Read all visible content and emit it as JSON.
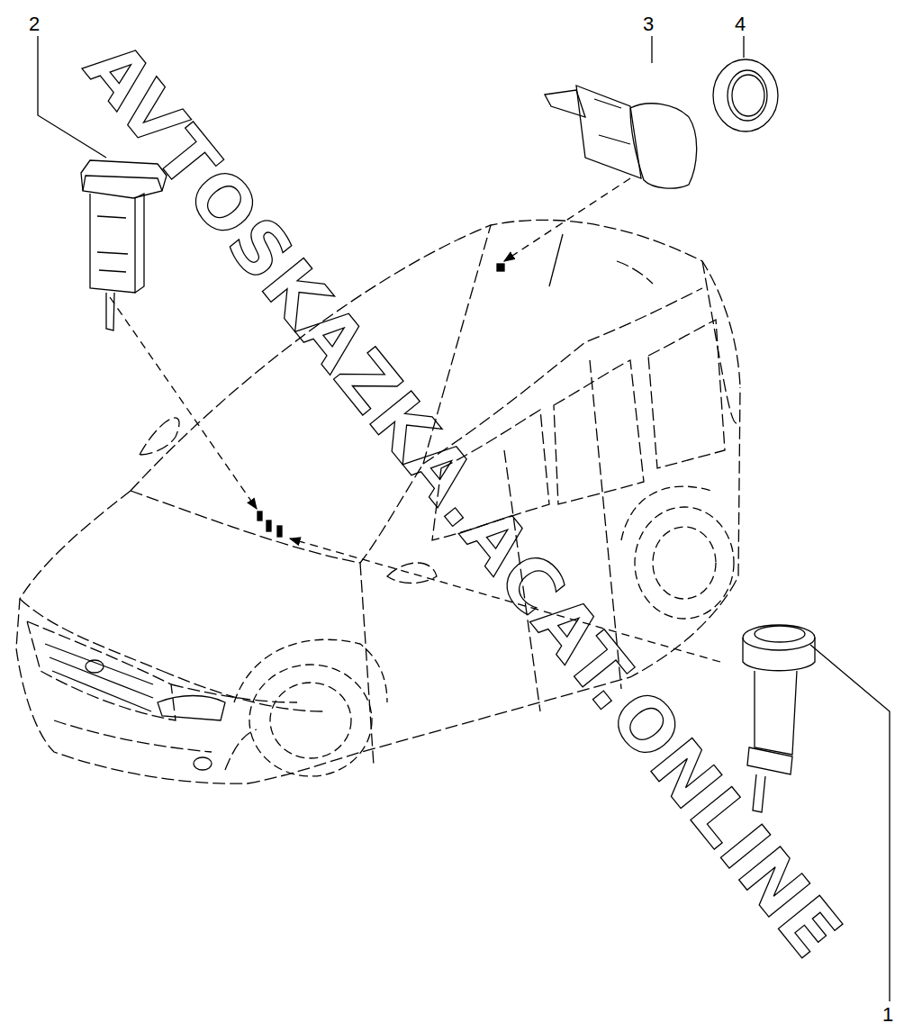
{
  "diagram": {
    "labels": [
      "2",
      "3",
      "4",
      "1",
      "AVTOSKAZKA.ACAT.ONLINE"
    ]
  }
}
